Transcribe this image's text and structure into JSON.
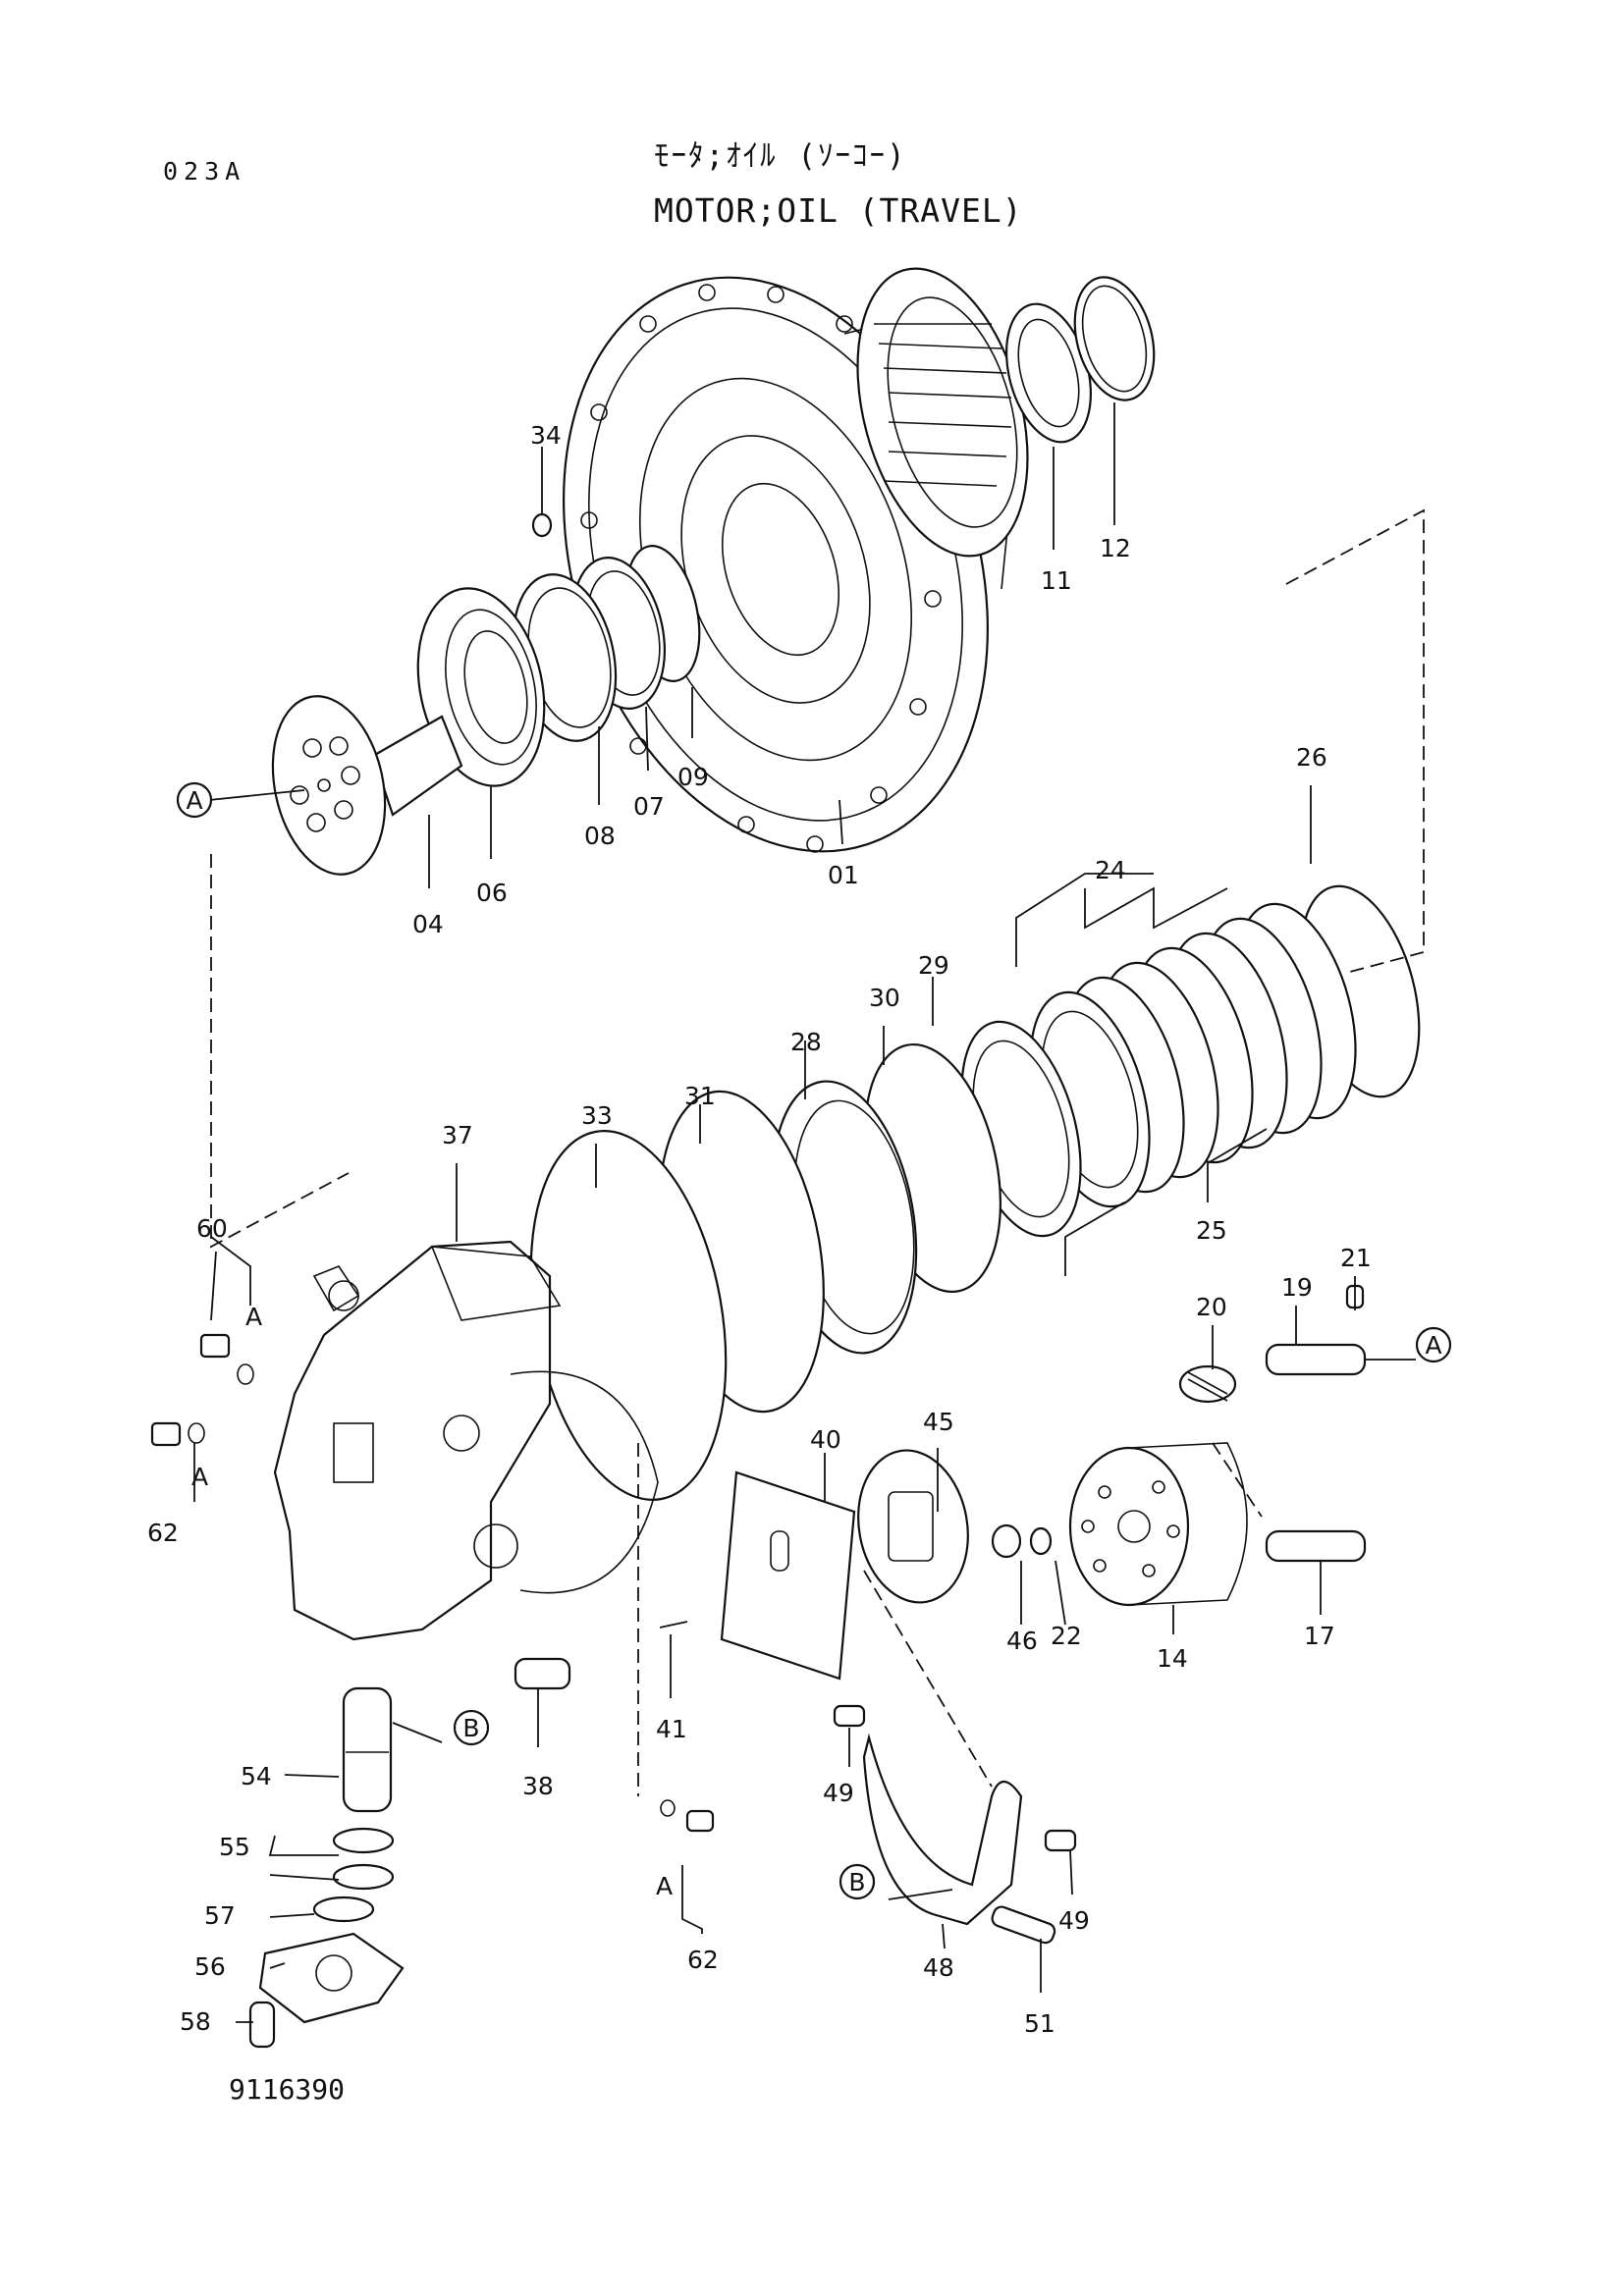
{
  "header": {
    "page_code": "023A",
    "title_jp": "ﾓｰﾀ;ｵｲﾙ (ｿｰｺｰ)",
    "title_en": "MOTOR;OIL (TRAVEL)"
  },
  "footer": {
    "drawing_number": "9116390"
  },
  "references": {
    "ref_a": "A",
    "ref_b": "B"
  },
  "callouts": {
    "c01": "01",
    "c04": "04",
    "c06": "06",
    "c07": "07",
    "c08": "08",
    "c09": "09",
    "c11": "11",
    "c12": "12",
    "c14": "14",
    "c17": "17",
    "c19": "19",
    "c20": "20",
    "c21": "21",
    "c22": "22",
    "c24": "24",
    "c25": "25",
    "c26": "26",
    "c28": "28",
    "c29": "29",
    "c30": "30",
    "c31": "31",
    "c33": "33",
    "c34": "34",
    "c37": "37",
    "c38": "38",
    "c40": "40",
    "c41": "41",
    "c45": "45",
    "c46": "46",
    "c48": "48",
    "c49a": "49",
    "c49b": "49",
    "c51": "51",
    "c54": "54",
    "c55": "55",
    "c56": "56",
    "c57": "57",
    "c58": "58",
    "c60": "60",
    "c62a": "62",
    "c62b": "62"
  }
}
